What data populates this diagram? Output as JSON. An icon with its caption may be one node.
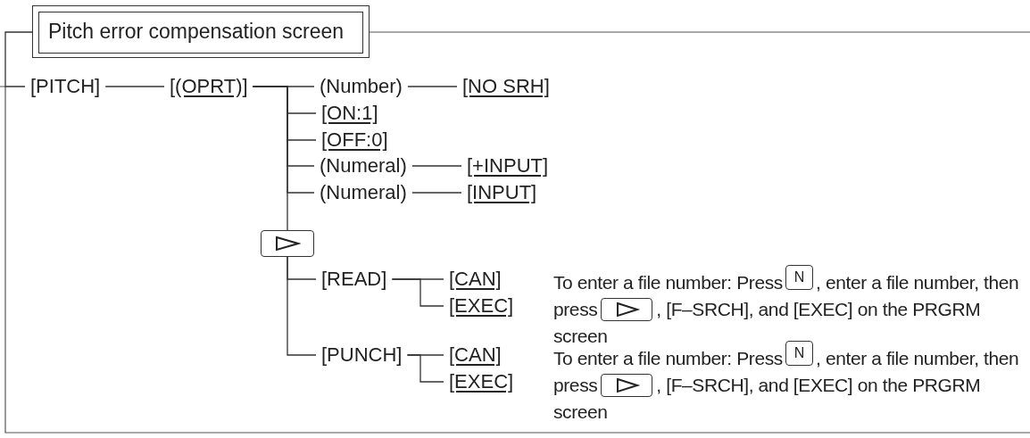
{
  "diagram": {
    "nodes": [
      {
        "text": [
          "Pitch error compensation screen"
        ]
      },
      {
        "text": [
          "[PITCH]"
        ]
      },
      {
        "text": [
          "[(OPRT)]"
        ]
      },
      {
        "text": [
          "(Number)"
        ]
      },
      {
        "text": [
          "[NO SRH]"
        ]
      },
      {
        "text": [
          "[ON:1]"
        ]
      },
      {
        "text": [
          "[OFF:0]"
        ]
      },
      {
        "text": [
          "(Numeral)"
        ]
      },
      {
        "text": [
          "[+INPUT]"
        ]
      },
      {
        "text": [
          "(Numeral)"
        ]
      },
      {
        "text": [
          "[INPUT]"
        ]
      },
      {
        "text": [],
        "shape": "box"
      },
      {
        "text": [
          "[READ]"
        ]
      },
      {
        "text": [
          "[CAN]"
        ]
      },
      {
        "text": [
          "[EXEC]"
        ]
      },
      {
        "text": [
          "[PUNCH]"
        ]
      },
      {
        "text": [
          "[CAN]"
        ]
      },
      {
        "text": [
          "[EXEC]"
        ]
      }
    ],
    "edges": [
      {
        "from": 0,
        "to": 1,
        "arrow": "none"
      },
      {
        "from": 1,
        "to": 2,
        "arrow": "none"
      },
      {
        "from": 2,
        "to": 3,
        "arrow": "none"
      },
      {
        "from": 3,
        "to": 4,
        "arrow": "none"
      },
      {
        "from": 2,
        "to": 5,
        "arrow": "none"
      },
      {
        "from": 2,
        "to": 6,
        "arrow": "none"
      },
      {
        "from": 2,
        "to": 7,
        "arrow": "none"
      },
      {
        "from": 7,
        "to": 8,
        "arrow": "none"
      },
      {
        "from": 2,
        "to": 9,
        "arrow": "none"
      },
      {
        "from": 9,
        "to": 10,
        "arrow": "none"
      },
      {
        "from": 2,
        "to": 11,
        "arrow": "none"
      },
      {
        "from": 11,
        "to": 12,
        "arrow": "none"
      },
      {
        "from": 11,
        "to": 15,
        "arrow": "none"
      },
      {
        "from": 12,
        "to": 13,
        "arrow": "none"
      },
      {
        "from": 12,
        "to": 14,
        "arrow": "none"
      },
      {
        "from": 15,
        "to": 16,
        "arrow": "none"
      },
      {
        "from": 15,
        "to": 17,
        "arrow": "none"
      }
    ],
    "labels": [
      "To enter a file number: Press",
      "N",
      ", enter a file number, then press",
      ", [F–SRCH], and [EXEC] on the PRGRM screen",
      "To enter a file number: Press",
      "N",
      ", enter a file number, then press",
      ", [F–SRCH], and [EXEC] on the PRGRM screen"
    ]
  }
}
